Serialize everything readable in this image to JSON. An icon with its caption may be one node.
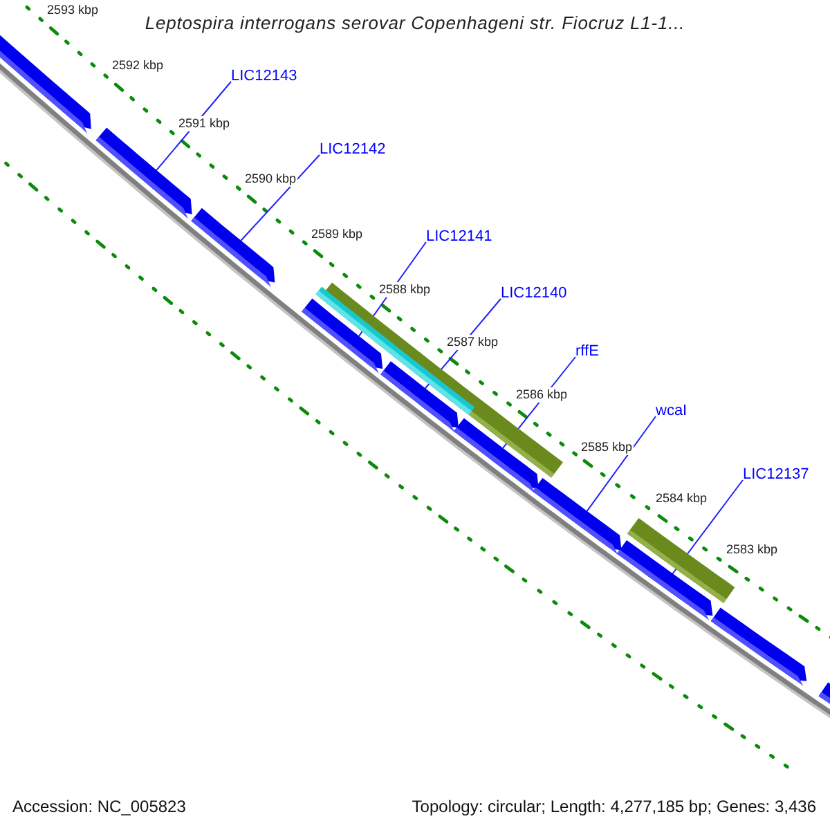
{
  "diagram": {
    "title": "Leptospira interrogans serovar Copenhageni str. Fiocruz L1-1...",
    "nodes": [
      {
        "text": [
          "LIC12143"
        ]
      },
      {
        "text": [
          "LIC12142"
        ]
      },
      {
        "text": [
          "LIC12141"
        ]
      },
      {
        "text": [
          "LIC12140"
        ]
      },
      {
        "text": [
          "rffE"
        ]
      },
      {
        "text": [
          "wcaI"
        ]
      },
      {
        "text": [
          "LIC12137"
        ]
      },
      {
        "text": [],
        "shape": "arrow"
      },
      {
        "text": [],
        "shape": "arrow"
      },
      {
        "text": [],
        "shape": "arrow"
      },
      {
        "text": [],
        "shape": "arrow"
      },
      {
        "text": [],
        "shape": "arrow"
      },
      {
        "text": [],
        "shape": "arrow"
      },
      {
        "text": [],
        "shape": "arrow"
      },
      {
        "text": [],
        "shape": "arrow"
      },
      {
        "text": [],
        "shape": "arrow"
      },
      {
        "text": [],
        "shape": "arrow"
      },
      {
        "text": [],
        "shape": "bar"
      },
      {
        "text": [],
        "shape": "bar"
      },
      {
        "text": [],
        "shape": "bar",
        "in": 17
      }
    ],
    "edges": [
      {
        "from": 0,
        "to": 8,
        "arrow": "none"
      },
      {
        "from": 1,
        "to": 9,
        "arrow": "none"
      },
      {
        "from": 2,
        "to": 10,
        "arrow": "none"
      },
      {
        "from": 3,
        "to": 11,
        "arrow": "none"
      },
      {
        "from": 4,
        "to": 12,
        "arrow": "none"
      },
      {
        "from": 5,
        "to": 13,
        "arrow": "none"
      },
      {
        "from": 6,
        "to": 14,
        "arrow": "none"
      }
    ],
    "labels": [
      "2593 kbp",
      "2592 kbp",
      "2591 kbp",
      "2590 kbp",
      "2589 kbp",
      "2588 kbp",
      "2587 kbp",
      "2586 kbp",
      "2585 kbp",
      "2584 kbp",
      "2583 kbp",
      "Accession: NC_005823",
      "Topology: circular; Length: 4,277,185 bp; Genes: 3,436"
    ]
  }
}
